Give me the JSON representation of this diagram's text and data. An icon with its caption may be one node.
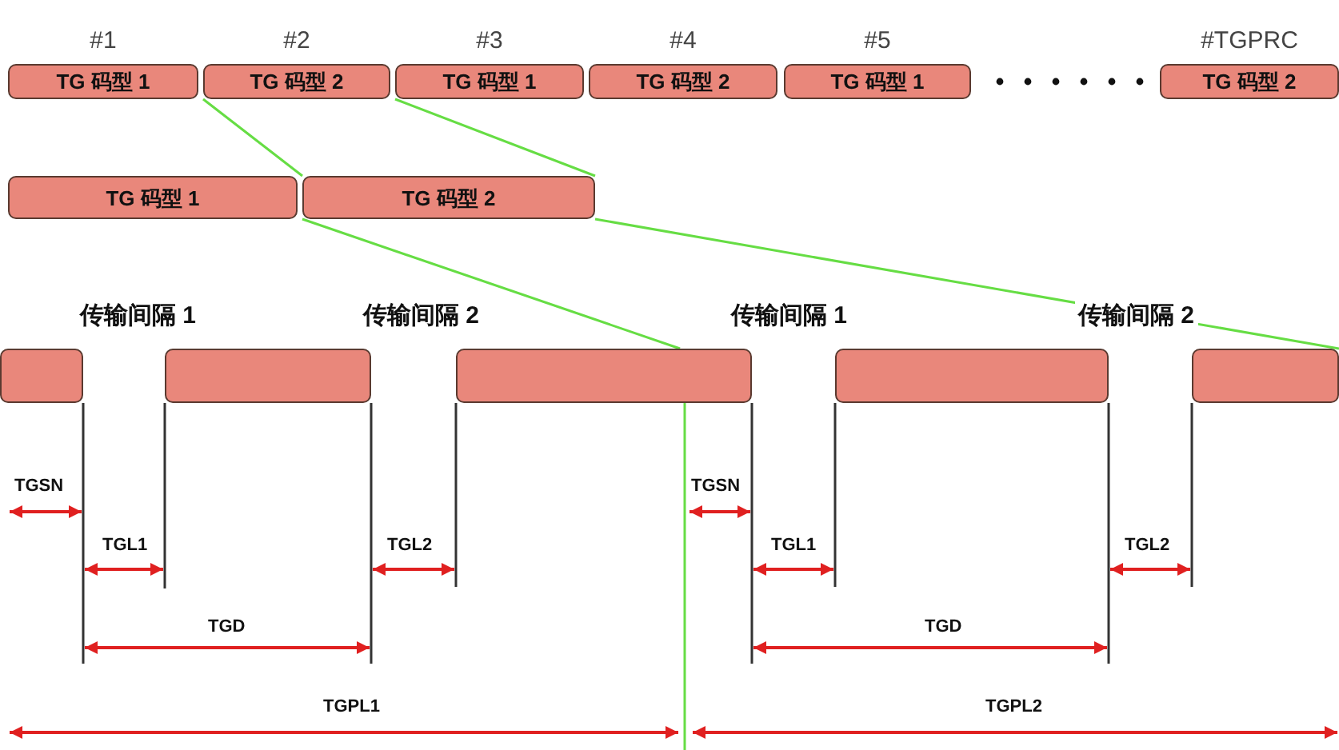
{
  "diagram": {
    "nodes": [
      {
        "text": [
          "TG 码型 1"
        ],
        "beside": [
          "#1"
        ]
      },
      {
        "text": [
          "TG 码型 2"
        ],
        "beside": [
          "#2"
        ]
      },
      {
        "text": [
          "TG 码型 1"
        ],
        "beside": [
          "#3"
        ]
      },
      {
        "text": [
          "TG 码型 2"
        ],
        "beside": [
          "#4"
        ]
      },
      {
        "text": [
          "TG 码型 1"
        ],
        "beside": [
          "#5"
        ]
      },
      {
        "text": [
          "TG 码型 2"
        ],
        "beside": [
          "#TGPRC"
        ]
      },
      {
        "text": [
          "TG 码型 1"
        ]
      },
      {
        "text": [
          "TG 码型 2"
        ]
      },
      {
        "text": [],
        "shape": "bar"
      },
      {
        "text": [],
        "shape": "bar"
      },
      {
        "text": [],
        "shape": "bar"
      },
      {
        "text": [],
        "shape": "bar"
      },
      {
        "text": [],
        "shape": "bar"
      }
    ],
    "edges": [
      {
        "from": 1,
        "to": 7,
        "arrow": "none",
        "color": "#66dd44"
      },
      {
        "from": 2,
        "to": 7,
        "arrow": "none",
        "color": "#66dd44"
      },
      {
        "from": 7,
        "to": 10,
        "arrow": "none",
        "color": "#66dd44"
      },
      {
        "from": 7,
        "to": 12,
        "arrow": "none",
        "color": "#66dd44"
      }
    ],
    "labels": [
      "传输间隔 1",
      "传输间隔 2",
      "传输间隔 1",
      "传输间隔 2",
      "TGSN",
      "TGL1",
      "TGL2",
      "TGSN",
      "TGL1",
      "TGL2",
      "TGD",
      "TGD",
      "TGPL1",
      "TGPL2"
    ]
  }
}
